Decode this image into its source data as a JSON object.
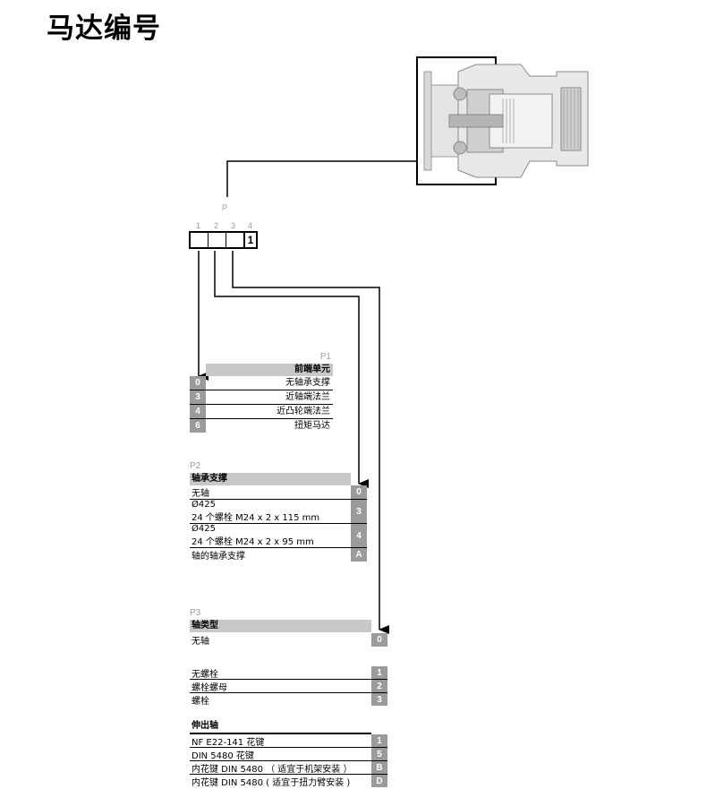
{
  "title": "马达编号",
  "code": {
    "group_label": "P",
    "positions": [
      "1",
      "2",
      "3",
      "4"
    ],
    "values": [
      "",
      "",
      "",
      "1"
    ]
  },
  "p1": {
    "label": "P1",
    "header": "前端单元",
    "rows": [
      {
        "code": "0",
        "text": "无轴承支撑"
      },
      {
        "code": "3",
        "text": "近轴端法兰"
      },
      {
        "code": "4",
        "text": "近凸轮端法兰"
      },
      {
        "code": "6",
        "text": "扭矩马达"
      }
    ]
  },
  "p2": {
    "label": "P2",
    "header": "轴承支撑",
    "rows": [
      {
        "code": "0",
        "line1": "无轴",
        "line2": ""
      },
      {
        "code": "3",
        "line1": "Ø425",
        "line2": "24 个螺栓 M24 x 2 x 115 mm"
      },
      {
        "code": "4",
        "line1": "Ø425",
        "line2": "24 个螺栓 M24 x 2 x 95 mm"
      },
      {
        "code": "A",
        "line1": "轴的轴承支撑",
        "line2": ""
      }
    ]
  },
  "p3": {
    "label": "P3",
    "header": "轴类型",
    "row_none": {
      "code": "0",
      "text": "无轴"
    },
    "bolt_rows": [
      {
        "code": "1",
        "text": "无螺栓"
      },
      {
        "code": "2",
        "text": "螺栓螺母"
      },
      {
        "code": "3",
        "text": "螺栓"
      }
    ],
    "shaft_title": "伸出轴",
    "shaft_rows": [
      {
        "code": "1",
        "text": "NF E22-141 花键"
      },
      {
        "code": "5",
        "text": "DIN 5480 花键"
      },
      {
        "code": "B",
        "text": "内花键 DIN 5480 （ 适宜于机架安装 ）"
      },
      {
        "code": "D",
        "text": "内花键 DIN 5480 ( 适宜于扭力臂安装 )"
      }
    ]
  },
  "colors": {
    "header_fill": "#c8c8c8",
    "code_fill": "#9b9b9b",
    "label_gray": "#9a9a9a"
  }
}
